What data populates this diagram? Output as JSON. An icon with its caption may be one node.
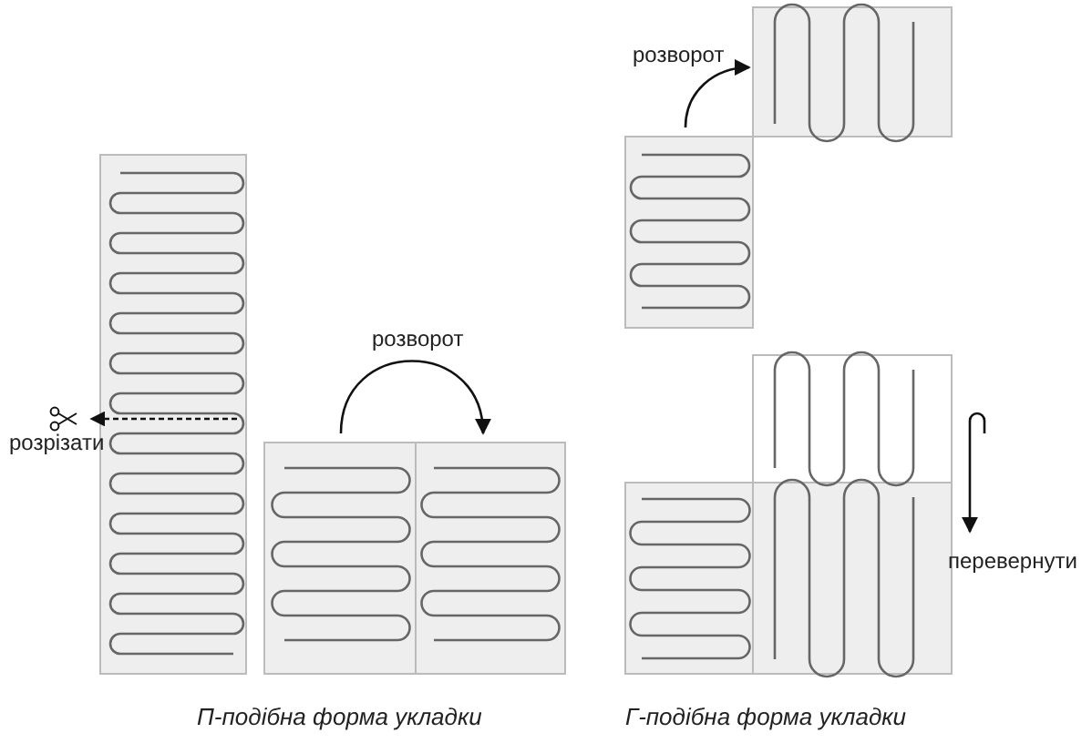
{
  "diagram": {
    "labels": [
      "розворот",
      "розворот",
      "розрізати",
      "перевернути",
      "П-подібна форма укладки",
      "Г-подібна форма укладки"
    ]
  }
}
